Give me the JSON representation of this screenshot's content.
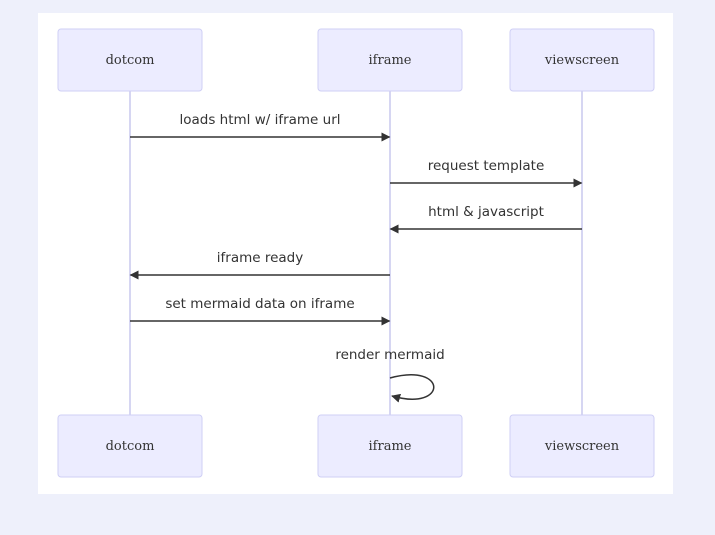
{
  "diagram": {
    "participants": [
      {
        "id": "dotcom",
        "label": "dotcom"
      },
      {
        "id": "iframe",
        "label": "iframe"
      },
      {
        "id": "viewscreen",
        "label": "viewscreen"
      }
    ],
    "messages": [
      {
        "from": "dotcom",
        "to": "iframe",
        "label": "loads html w/ iframe url"
      },
      {
        "from": "iframe",
        "to": "viewscreen",
        "label": "request template"
      },
      {
        "from": "viewscreen",
        "to": "iframe",
        "label": "html & javascript"
      },
      {
        "from": "iframe",
        "to": "dotcom",
        "label": "iframe ready"
      },
      {
        "from": "dotcom",
        "to": "iframe",
        "label": "set mermaid data on iframe"
      },
      {
        "from": "iframe",
        "to": "iframe",
        "label": "render mermaid"
      }
    ]
  }
}
